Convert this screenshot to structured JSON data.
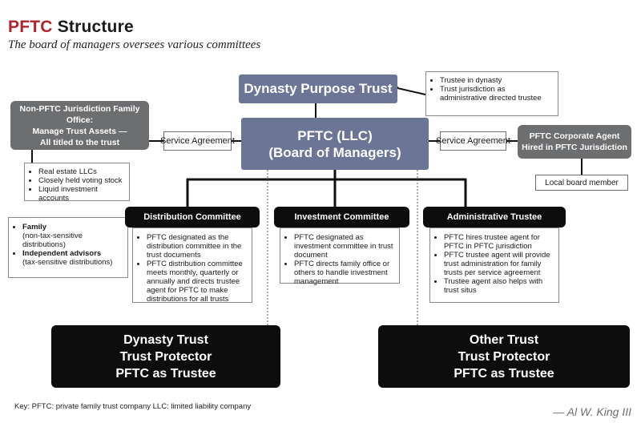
{
  "header": {
    "title_red": "PFTC",
    "title_rest": "Structure",
    "subtitle": "The board of managers oversees various committees"
  },
  "nodes": {
    "dynasty_purpose_trust": "Dynasty Purpose Trust",
    "dynasty_purpose_notes": [
      "Trustee in dynasty",
      "Trust jurisdiction as administrative directed trustee"
    ],
    "pftc_llc": [
      "PFTC (LLC)",
      "(Board of Managers)"
    ],
    "family_office": [
      "Non-PFTC Jurisdiction Family Office:",
      "Manage Trust Assets —",
      "All titled to the trust"
    ],
    "family_office_notes": [
      "Real estate LLCs",
      "Closely held voting stock",
      "Liquid investment accounts"
    ],
    "service_agreement_left": "Service Agreement",
    "service_agreement_right": "Service Agreement",
    "corporate_agent": [
      "PFTC Corporate Agent",
      "Hired in PFTC Jurisdiction"
    ],
    "local_board_member": "Local board member",
    "family_advisors": [
      {
        "bold": "Family",
        "sub": "(non-tax-sensitive distributions)"
      },
      {
        "bold": "Independent advisors",
        "sub": "(tax-sensitive distributions)"
      }
    ],
    "distribution_committee": "Distribution Committee",
    "distribution_notes": [
      "PFTC designated as the distribution committee in the trust documents",
      "PFTC distribution committee meets monthly, quarterly or annually and directs trustee agent for PFTC to make distributions for all trusts"
    ],
    "investment_committee": "Investment Committee",
    "investment_notes": [
      "PFTC designated as investment committee in trust document",
      "PFTC directs family office or others to handle investment management"
    ],
    "administrative_trustee": "Administrative Trustee",
    "administrative_notes": [
      "PFTC hires trustee agent for PFTC in PFTC jurisdiction",
      "PFTC trustee agent will provide trust administration for family trusts per service agreement",
      "Trustee agent also helps with trust situs"
    ],
    "dynasty_trust": [
      "Dynasty Trust",
      "Trust Protector",
      "PFTC as Trustee"
    ],
    "other_trust": [
      "Other Trust",
      "Trust Protector",
      "PFTC as Trustee"
    ]
  },
  "footer": {
    "key": "Key:   PFTC: private family trust company    LLC: limited liability company",
    "credit": "— Al W. King III"
  },
  "colors": {
    "title_red": "#b1232b",
    "blue_box": "#6c7596",
    "grey_box": "#6d6e70",
    "black_box": "#0d0d0d"
  }
}
